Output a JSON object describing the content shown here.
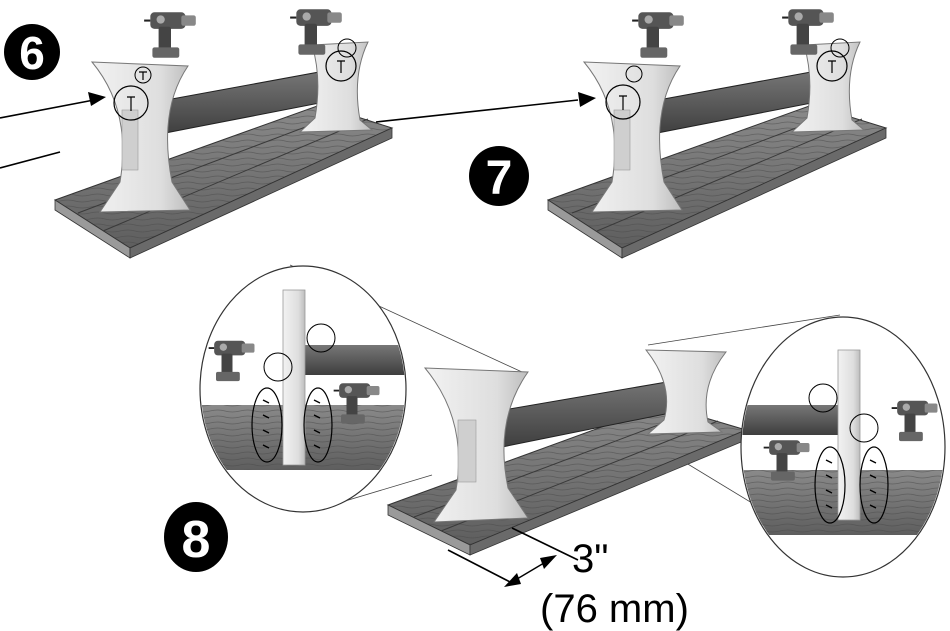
{
  "steps": [
    {
      "number": "6"
    },
    {
      "number": "7"
    },
    {
      "number": "8"
    }
  ],
  "dimension": {
    "imperial": "3\"",
    "metric": "(76 mm)"
  },
  "colors": {
    "wood_dark": "#5a5a5a",
    "wood_mid": "#7a7a7a",
    "wood_light": "#a8a8a8",
    "leg": "#e6e6e6",
    "leg_shadow": "#c4c4c4",
    "badge": "#000000",
    "line": "#000000"
  },
  "icons": [
    "drill-icon",
    "screw-icon",
    "magnifier-callout"
  ]
}
